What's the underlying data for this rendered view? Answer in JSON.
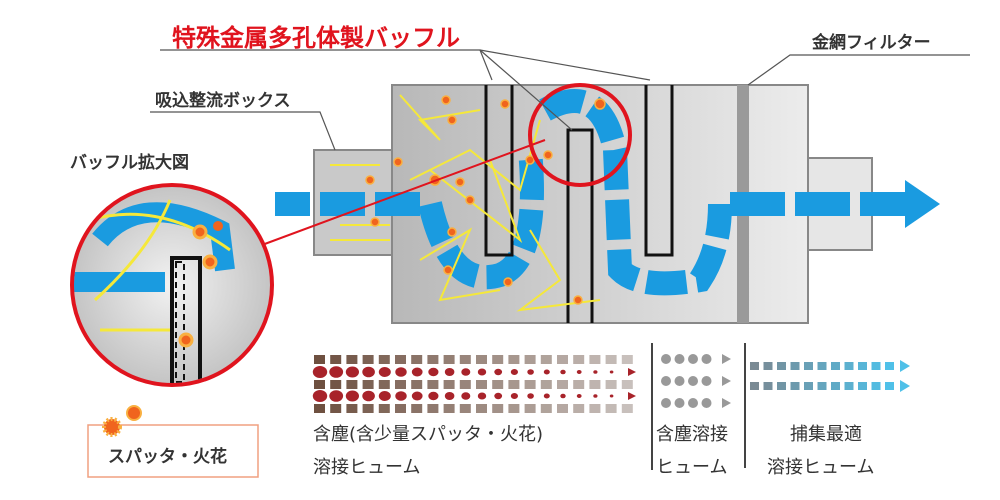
{
  "labels": {
    "baffle": "特殊金属多孔体製バッフル",
    "filter": "金網フィルター",
    "intake_box": "吸込整流ボックス",
    "magnified": "バッフル拡大図",
    "spatter": "スパッタ・火花"
  },
  "legend": {
    "dusty_line1": "含塵(含少量スパッタ・火花)",
    "dusty_line2": "溶接ヒューム",
    "mid_line1": "含塵溶接",
    "mid_line2": "ヒューム",
    "clean_line1": "捕集最適",
    "clean_line2": "溶接ヒューム"
  },
  "colors": {
    "accent_red": "#e0141e",
    "flow_blue": "#1a9be0",
    "spark_orange": "#f0641e",
    "fume_brown": "#6e5040",
    "spatter_red": "#a8232a"
  }
}
